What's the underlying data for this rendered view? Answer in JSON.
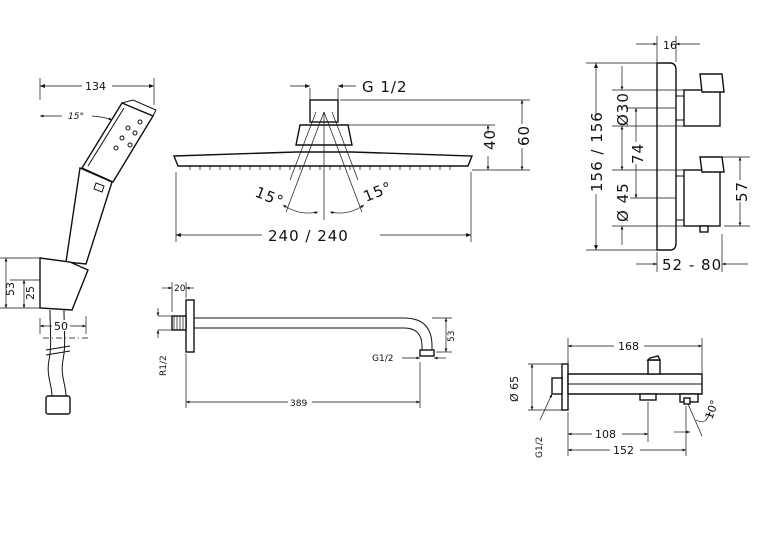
{
  "hand_shower": {
    "dim_width": "134",
    "dim_angle": "15°",
    "dim_height_53": "53",
    "dim_height_25": "25",
    "dim_bottom_50": "50"
  },
  "head_shower": {
    "thread": "G 1/2",
    "dim_40": "40",
    "dim_60": "60",
    "angle_left": "15°",
    "angle_right": "15°",
    "dim_size": "240 / 240"
  },
  "thermostat": {
    "dim_16": "16",
    "dim_156": "156 / 156",
    "dim_d30": "Ø30",
    "dim_74": "74",
    "dim_d45": "Ø 45",
    "dim_57": "57",
    "dim_depth": "52 - 80"
  },
  "shower_arm": {
    "dim_20": "20",
    "thread_left": "R1/2",
    "thread_right": "G1/2",
    "dim_53": "53",
    "dim_389": "389"
  },
  "bath_spout": {
    "dim_168": "168",
    "dim_d65": "Ø 65",
    "thread": "G1/2",
    "dim_108": "108",
    "dim_152": "152",
    "angle": "10°"
  }
}
